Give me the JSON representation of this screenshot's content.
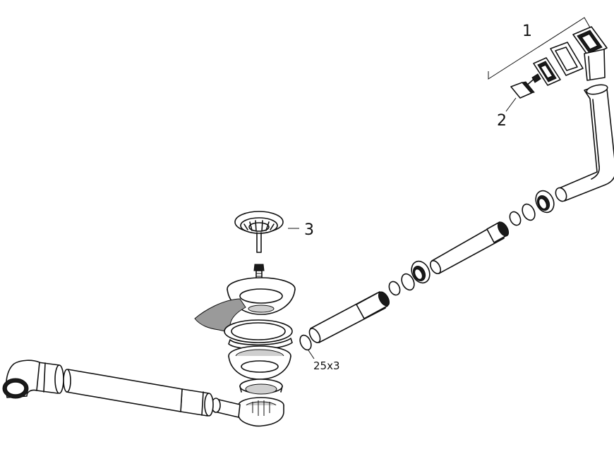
{
  "labels": {
    "part1": "1",
    "part2": "2",
    "part3": "3",
    "seal_size": "25x3"
  },
  "colors": {
    "line": "#111111",
    "background": "#ffffff",
    "gasket_shade": "#cfcfcf",
    "dark_part": "#1a1a1a"
  }
}
